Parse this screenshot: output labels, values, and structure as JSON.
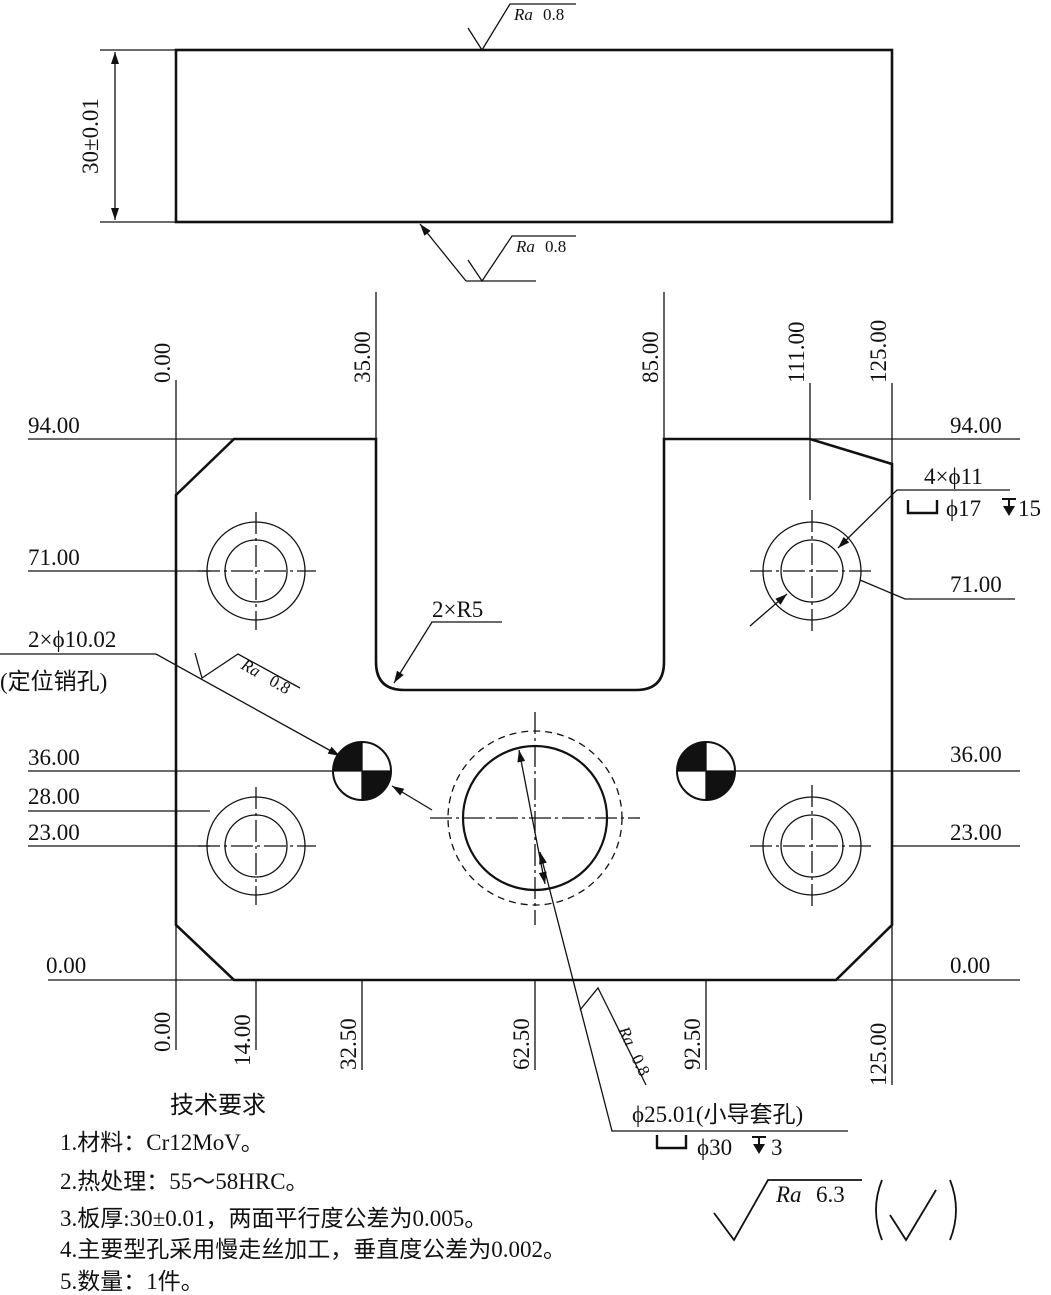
{
  "side_view": {
    "thickness_dim": "30±0.01",
    "top_roughness": {
      "label": "Ra",
      "value": "0.8"
    },
    "bottom_roughness": {
      "label": "Ra",
      "value": "0.8"
    }
  },
  "plan_view": {
    "x_dims_top": [
      "0.00",
      "35.00",
      "85.00",
      "111.00",
      "125.00"
    ],
    "x_dims_bottom": [
      "0.00",
      "14.00",
      "32.50",
      "62.50",
      "92.50",
      "125.00"
    ],
    "y_dims_left": [
      "94.00",
      "71.00",
      "36.00",
      "28.00",
      "23.00",
      "0.00"
    ],
    "y_dims_right": [
      "94.00",
      "71.00",
      "36.00",
      "23.00",
      "0.00"
    ]
  },
  "callouts": {
    "slot_radius": "2×R5",
    "pin_holes": "2×ϕ10.02",
    "pin_holes_note": "(定位销孔)",
    "pin_roughness": {
      "label": "Ra",
      "value": "0.8"
    },
    "screw_holes": "4×ϕ11",
    "screw_counterbore": "ϕ17",
    "screw_depth": "15",
    "guide_hole": "ϕ25.01(小导套孔)",
    "guide_counterbore": "ϕ30",
    "guide_depth": "3",
    "guide_roughness": {
      "label": "Ra",
      "value": "0.8"
    }
  },
  "general_roughness": {
    "label": "Ra",
    "value": "6.3"
  },
  "tech_requirements": {
    "title": "技术要求",
    "items": [
      "1.材料：Cr12MoV。",
      "2.热处理：55～58HRC。",
      "3.板厚:30±0.01，两面平行度公差为0.005。",
      "4.主要型孔采用慢走丝加工，垂直度公差为0.002。",
      "5.数量：1件。"
    ]
  }
}
